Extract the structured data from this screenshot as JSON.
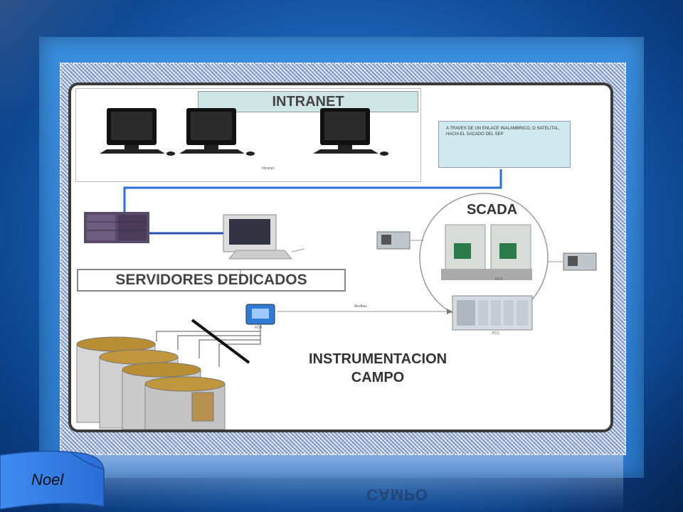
{
  "diagram": {
    "intranet_label": "INTRANET",
    "note_text": "A TRAVES DE UN ENLACE INALAMBRICO, O SATELITAL, HACIA EL SACADO DEL SEP",
    "scada_label": "SCADA",
    "servidores_label": "SERVIDORES DEDICADOS",
    "instrumentacion_label": "INSTRUMENTACION",
    "campo_label": "CAMPO",
    "small_labels": {
      "intranet_small": "Intranet",
      "dcs": "DCS",
      "plc": "PLC",
      "fcu": "FCU",
      "modbus": "Modbus"
    }
  },
  "tag": {
    "author": "Noel"
  },
  "colors": {
    "background": "#1a63b5",
    "panel_border": "#3a3a3a",
    "link_line": "#2a6fd6"
  }
}
